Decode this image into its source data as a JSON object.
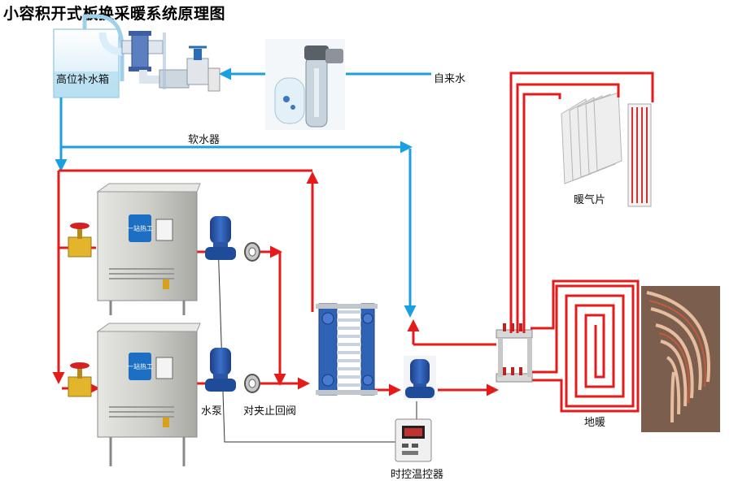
{
  "title": "小容积开式板换采暖系统原理图",
  "labels": {
    "tank": "高位补水箱",
    "tap_water": "自来水",
    "softener": "软水器",
    "radiator": "暖气片",
    "floor_heating": "地暖",
    "pump": "水泵",
    "check_valve": "对夹止回阀",
    "controller": "时控温控器"
  },
  "boiler_panel_text": "一站热工",
  "colors": {
    "hot_pipe": "#e31b1b",
    "cold_pipe": "#1aa0e0",
    "pump_blue": "#2456a8",
    "steel": "#c8c8c4",
    "control_wire": "#333333"
  }
}
